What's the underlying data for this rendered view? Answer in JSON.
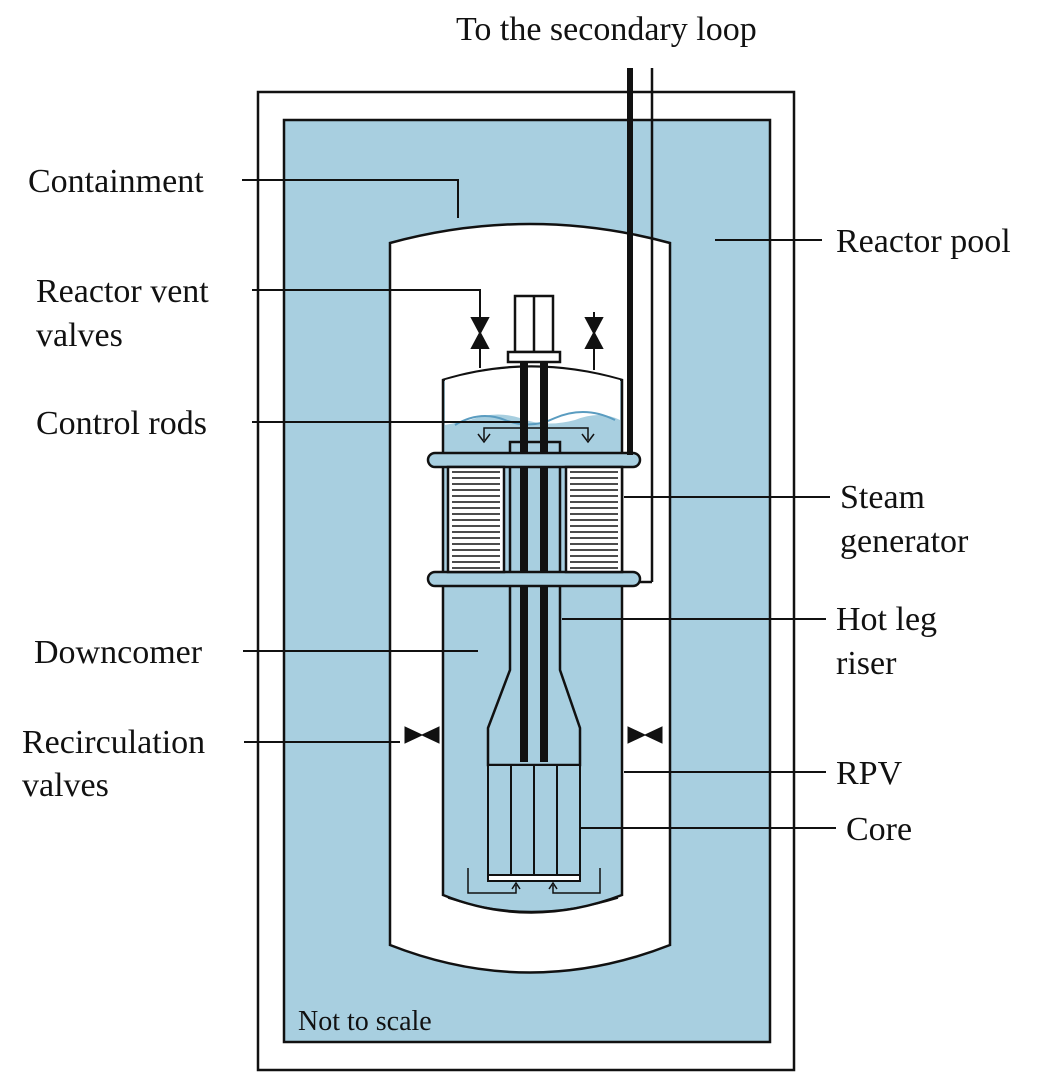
{
  "labels": {
    "secondary_loop": "To the secondary loop",
    "containment": "Containment",
    "reactor_pool": "Reactor pool",
    "vent_valves_line1": "Reactor vent",
    "vent_valves_line2": "valves",
    "control_rods": "Control rods",
    "steam_gen_line1": "Steam",
    "steam_gen_line2": "generator",
    "hot_leg_line1": "Hot leg",
    "hot_leg_line2": "riser",
    "downcomer": "Downcomer",
    "recirc_line1": "Recirculation",
    "recirc_line2": "valves",
    "rpv": "RPV",
    "core": "Core",
    "not_to_scale": "Not to scale"
  },
  "colors": {
    "pool_water": "#a8cfe0",
    "dome_water": "#8cc3dd",
    "stroke": "#111111",
    "background": "#ffffff"
  }
}
